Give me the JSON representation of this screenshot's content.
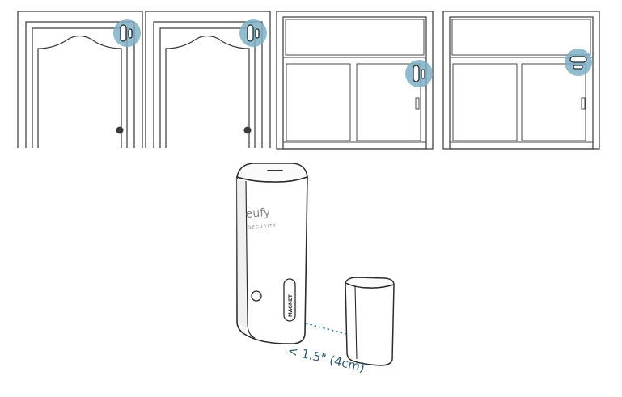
{
  "illustration": {
    "installations": [
      {
        "id": "door-left",
        "kind": "door",
        "sensor_orientation": "vertical"
      },
      {
        "id": "door-right",
        "kind": "door",
        "sensor_orientation": "vertical"
      },
      {
        "id": "window-left",
        "kind": "window",
        "sensor_orientation": "vertical"
      },
      {
        "id": "window-right",
        "kind": "window",
        "sensor_orientation": "horizontal"
      }
    ],
    "device": {
      "brand": "eufy",
      "brand_sub": "SECURITY",
      "magnet_label": "MAGNET"
    },
    "distance_label": "< 1.5\" (4cm)",
    "colors": {
      "highlight": "#7fb0c4",
      "sensor_outline": "#1f2b33",
      "line": "#3a3a3a",
      "distance_text": "#2e5d78",
      "dotted_line": "#3f7a99"
    }
  }
}
